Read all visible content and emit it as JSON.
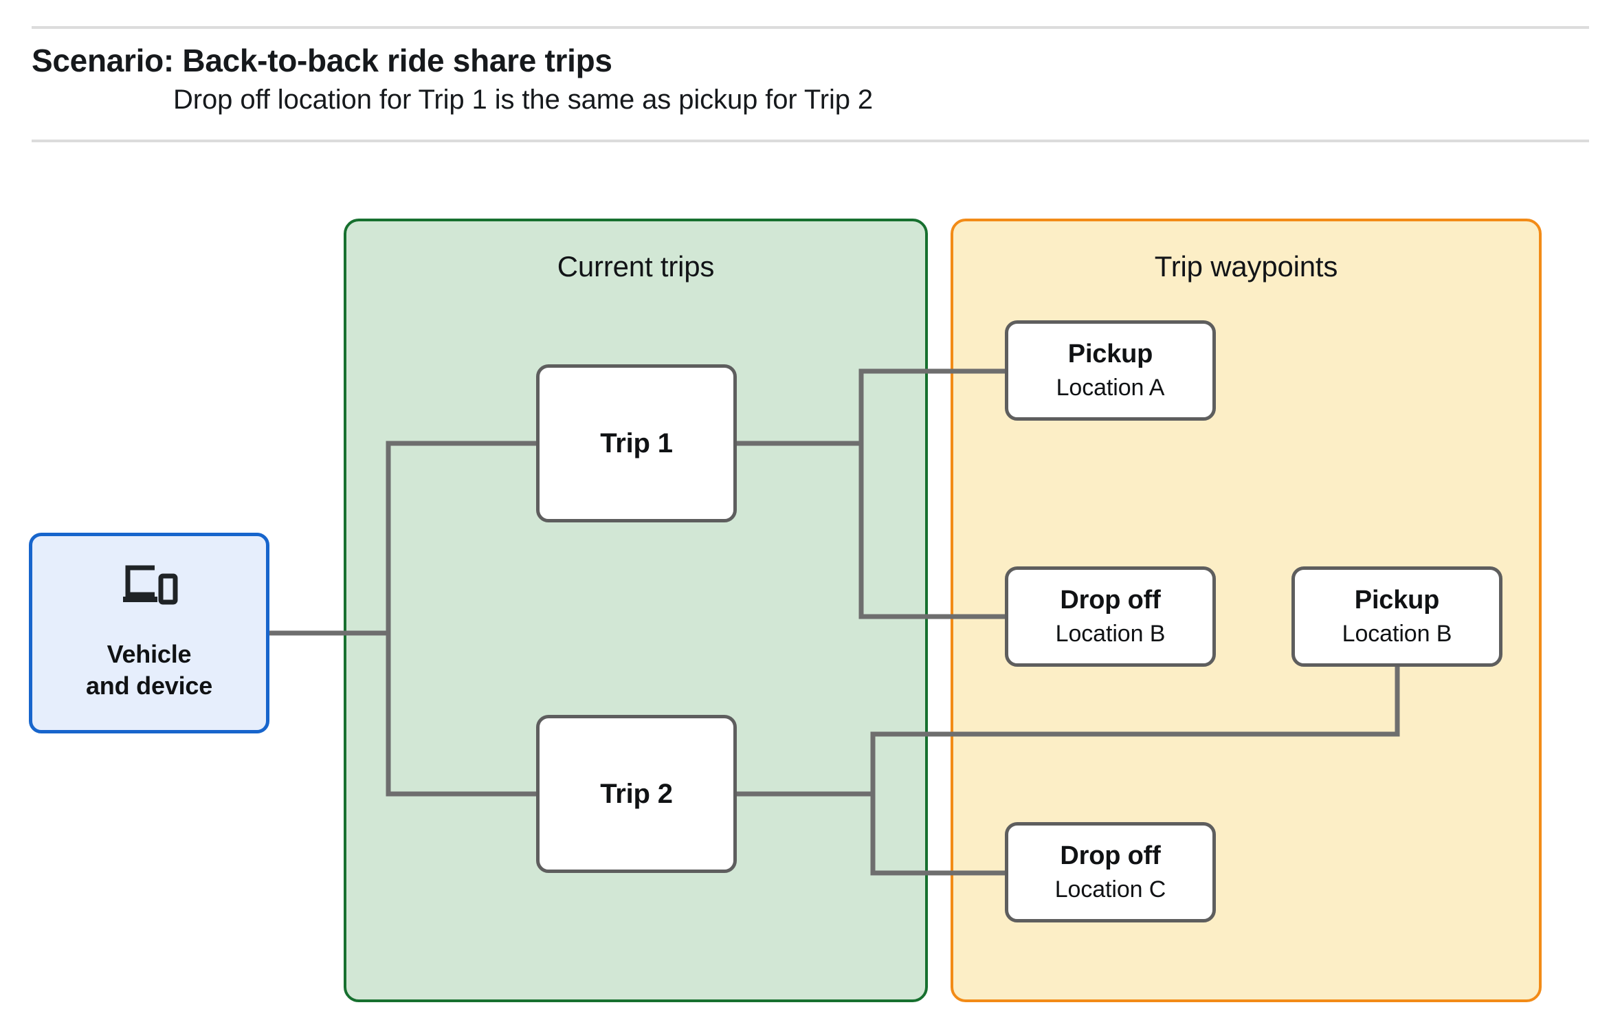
{
  "header": {
    "title": "Scenario: Back-to-back ride share trips",
    "subtitle": "Drop off  location for Trip 1 is the same as pickup for Trip 2"
  },
  "colors": {
    "group_current_trips_fill": "#d2e7d5",
    "group_current_trips_border": "#17702f",
    "group_trip_waypoints_fill": "#fceec6",
    "group_trip_waypoints_border": "#f28b17",
    "vehicle_fill": "#e6eefc",
    "vehicle_border": "#1765cc",
    "node_border": "#5e5e5e",
    "node_fill": "#ffffff",
    "connector": "#6e6e6e",
    "rule": "#dcdcdc"
  },
  "vehicle": {
    "icon": "devices-icon",
    "label": "Vehicle\nand device"
  },
  "groups": {
    "current_trips": {
      "title": "Current trips",
      "nodes": [
        {
          "id": "trip-1",
          "title": "Trip 1"
        },
        {
          "id": "trip-2",
          "title": "Trip 2"
        }
      ]
    },
    "trip_waypoints": {
      "title": "Trip waypoints",
      "nodes": [
        {
          "id": "pickup-a",
          "title": "Pickup",
          "sub": "Location A"
        },
        {
          "id": "dropoff-b",
          "title": "Drop off",
          "sub": "Location B"
        },
        {
          "id": "pickup-b",
          "title": "Pickup",
          "sub": "Location B"
        },
        {
          "id": "dropoff-c",
          "title": "Drop off",
          "sub": "Location C"
        }
      ]
    }
  },
  "connections": [
    {
      "from": "vehicle-and-device",
      "to": "trip-1"
    },
    {
      "from": "vehicle-and-device",
      "to": "trip-2"
    },
    {
      "from": "trip-1",
      "to": "pickup-a"
    },
    {
      "from": "trip-1",
      "to": "dropoff-b"
    },
    {
      "from": "trip-2",
      "to": "pickup-b"
    },
    {
      "from": "trip-2",
      "to": "dropoff-c"
    }
  ]
}
